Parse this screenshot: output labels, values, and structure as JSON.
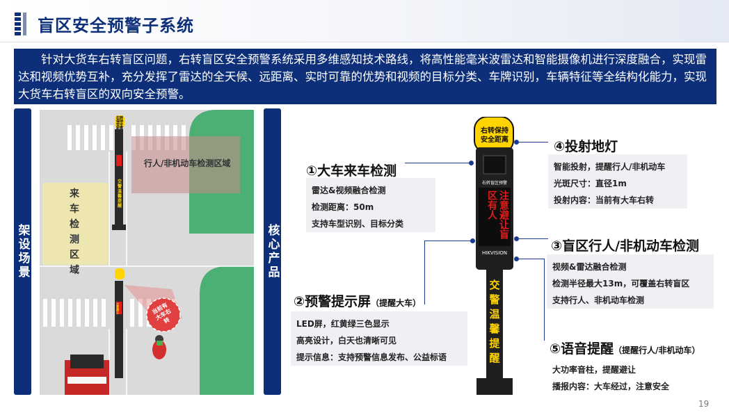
{
  "page": {
    "title": "盲区安全预警子系统",
    "intro": "针对大货车右转盲区问题，右转盲区安全预警系统采用多维感知技术路线，将高性能毫米波雷达和智能摄像机进行深度融合，实现雷达和视频优势互补，充分发挥了雷达的全天候、远距离、实时可靠的优势和视频的目标分类、车牌识别，车辆特征等全结构化能力，实现大货车右转盲区的双向安全预警。",
    "page_number": "19"
  },
  "left_tab": "架设场景",
  "mid_tab": "核心产品",
  "scene": {
    "zone_ped": "行人/非机动车检测区域",
    "zone_vehicle": "来车检测区域",
    "mini_top": "右转保持安全距离",
    "mini_side": "交警温馨提醒",
    "mini_led": "注意避让",
    "warn_circle": "当前有大车右转"
  },
  "product": {
    "top_sign": "右转保持安全距离",
    "brand_small": "右转盲区预警",
    "led_text": "注意避让盲区有人",
    "brand": "HIKVISION",
    "side_text": "交警温馨提醒"
  },
  "features": [
    {
      "title": "①大车来车检测",
      "note": "",
      "lines": [
        "雷达&视频融合检测",
        "检测距离：50m",
        "支持车型识别、目标分类"
      ]
    },
    {
      "title": "②预警提示屏",
      "note": "（提醒大车）",
      "lines": [
        "LED屏，红黄绿三色显示",
        "高亮设计，白天也清晰可见",
        "提示信息：支持预警信息发布、公益标语"
      ]
    },
    {
      "title": "③盲区行人/非机动车检测",
      "note": "",
      "lines": [
        "视频&雷达融合检测",
        "检测半径最大13m，可覆盖右转盲区",
        "支持行人、非机动车检测"
      ]
    },
    {
      "title": "④投射地灯",
      "note": "",
      "lines": [
        "智能投射，提醒行人/非机动车",
        "光斑尺寸：直径1m",
        "投射内容：当前有大车右转"
      ]
    },
    {
      "title": "⑤语音提醒",
      "note": "（提醒行人/非机动车）",
      "lines": [
        "大功率音柱，提醒避让",
        "播报内容：大车经过，注意安全"
      ]
    }
  ],
  "colors": {
    "brand_navy": "#0d2f7a",
    "green_zone": "#4caf73",
    "led_red": "#e21b1b",
    "sign_yellow": "#ffd400"
  }
}
